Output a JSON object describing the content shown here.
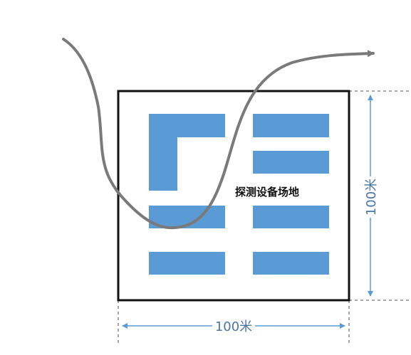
{
  "site": {
    "label": "探测设备场地"
  },
  "dimensions": {
    "width_label": "100米",
    "height_label": "100米"
  },
  "colors": {
    "block_fill": "#5b9bd5",
    "site_border": "#111111",
    "trajectory": "#7a7a7a",
    "dimension_line": "#5b9bd5",
    "dimension_text": "#4a76a8",
    "guide_dash": "#555555"
  }
}
